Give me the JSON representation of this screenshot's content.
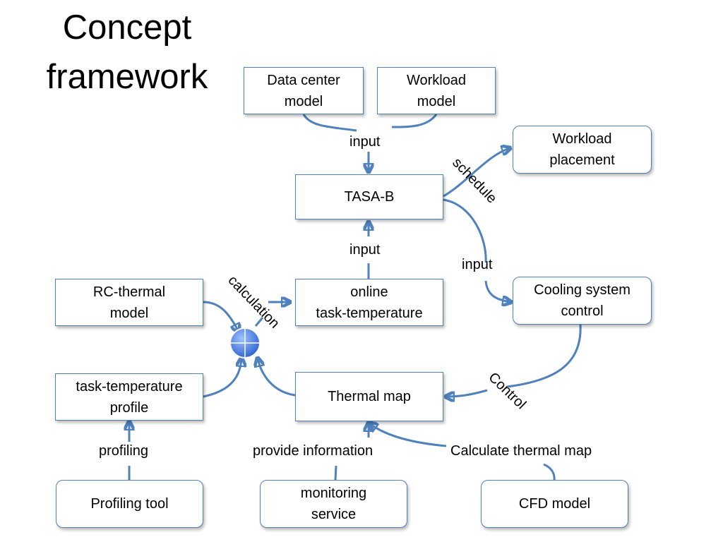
{
  "title": "Concept\nframework",
  "boxes": {
    "data_center_model": "Data center\nmodel",
    "workload_model": "Workload\nmodel",
    "workload_placement": "Workload\nplacement",
    "tasa_b": "TASA-B",
    "online_task_temperature": "online\ntask-temperature",
    "cooling_system_control": "Cooling system\ncontrol",
    "rc_thermal_model": "RC-thermal\nmodel",
    "task_temperature_profile": "task-temperature\nprofile",
    "thermal_map": "Thermal map",
    "profiling_tool": "Profiling tool",
    "monitoring_service": "monitoring\nservice",
    "cfd_model": "CFD model"
  },
  "labels": {
    "input_top": "input",
    "input_mid": "input",
    "input_right": "input",
    "schedule": "schedule",
    "calculation": "calculation",
    "control": "Control",
    "profiling": "profiling",
    "provide_information": "provide information",
    "calculate_thermal_map": "Calculate thermal map"
  },
  "colors": {
    "stroke": "#4f81bd",
    "junction": "#3a6ed8"
  }
}
